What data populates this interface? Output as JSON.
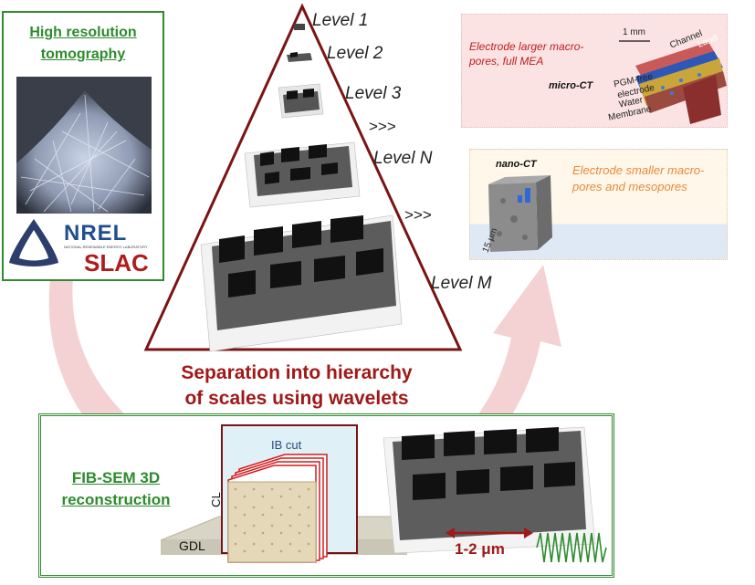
{
  "tomography": {
    "title_line1": "High resolution",
    "title_line2": "tomography",
    "nrel_label": "NREL",
    "nrel_sub": "NATIONAL RENEWABLE ENERGY LABORATORY",
    "slac_label": "SLAC"
  },
  "pyramid": {
    "levels": [
      "Level 1",
      "Level 2",
      "Level 3",
      "Level N",
      "Level M"
    ],
    "skip_markers": [
      ">>>",
      ">>>"
    ],
    "caption_line1": "Separation into hierarchy",
    "caption_line2": "of scales using wavelets"
  },
  "micro_ct": {
    "text_line1": "Electrode larger macro-",
    "text_line2": "pores, full MEA",
    "method": "micro-CT",
    "scale": "1 mm",
    "labels": [
      "Channel",
      "Land",
      "PGM-free",
      "electrode",
      "Water",
      "Membrane"
    ]
  },
  "nano_ct": {
    "method": "nano-CT",
    "text_line1": "Electrode smaller macro-",
    "text_line2": "pores and mesopores",
    "scale": "15 μm"
  },
  "fib_sem": {
    "title_line1": "FIB-SEM 3D",
    "title_line2": "reconstruction",
    "ib_cut": "IB cut",
    "cl": "CL",
    "gdl": "GDL",
    "scale": "1-2 μm"
  },
  "colors": {
    "green": "#2e8b2e",
    "dark_red": "#8b1a1a",
    "caption_red": "#a01818",
    "arrow_pink": "#f0c4c6",
    "micro_bg": "#fbe3e4",
    "nano_orange": "#e8893a"
  }
}
